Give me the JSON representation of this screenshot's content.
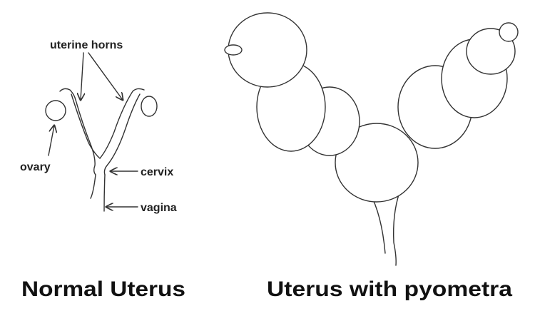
{
  "normal": {
    "labels": {
      "uterine_horns": "uterine horns",
      "ovary": "ovary",
      "cervix": "cervix",
      "vagina": "vagina"
    },
    "title": "Normal Uterus"
  },
  "pyometra": {
    "title": "Uterus with pyometra"
  }
}
